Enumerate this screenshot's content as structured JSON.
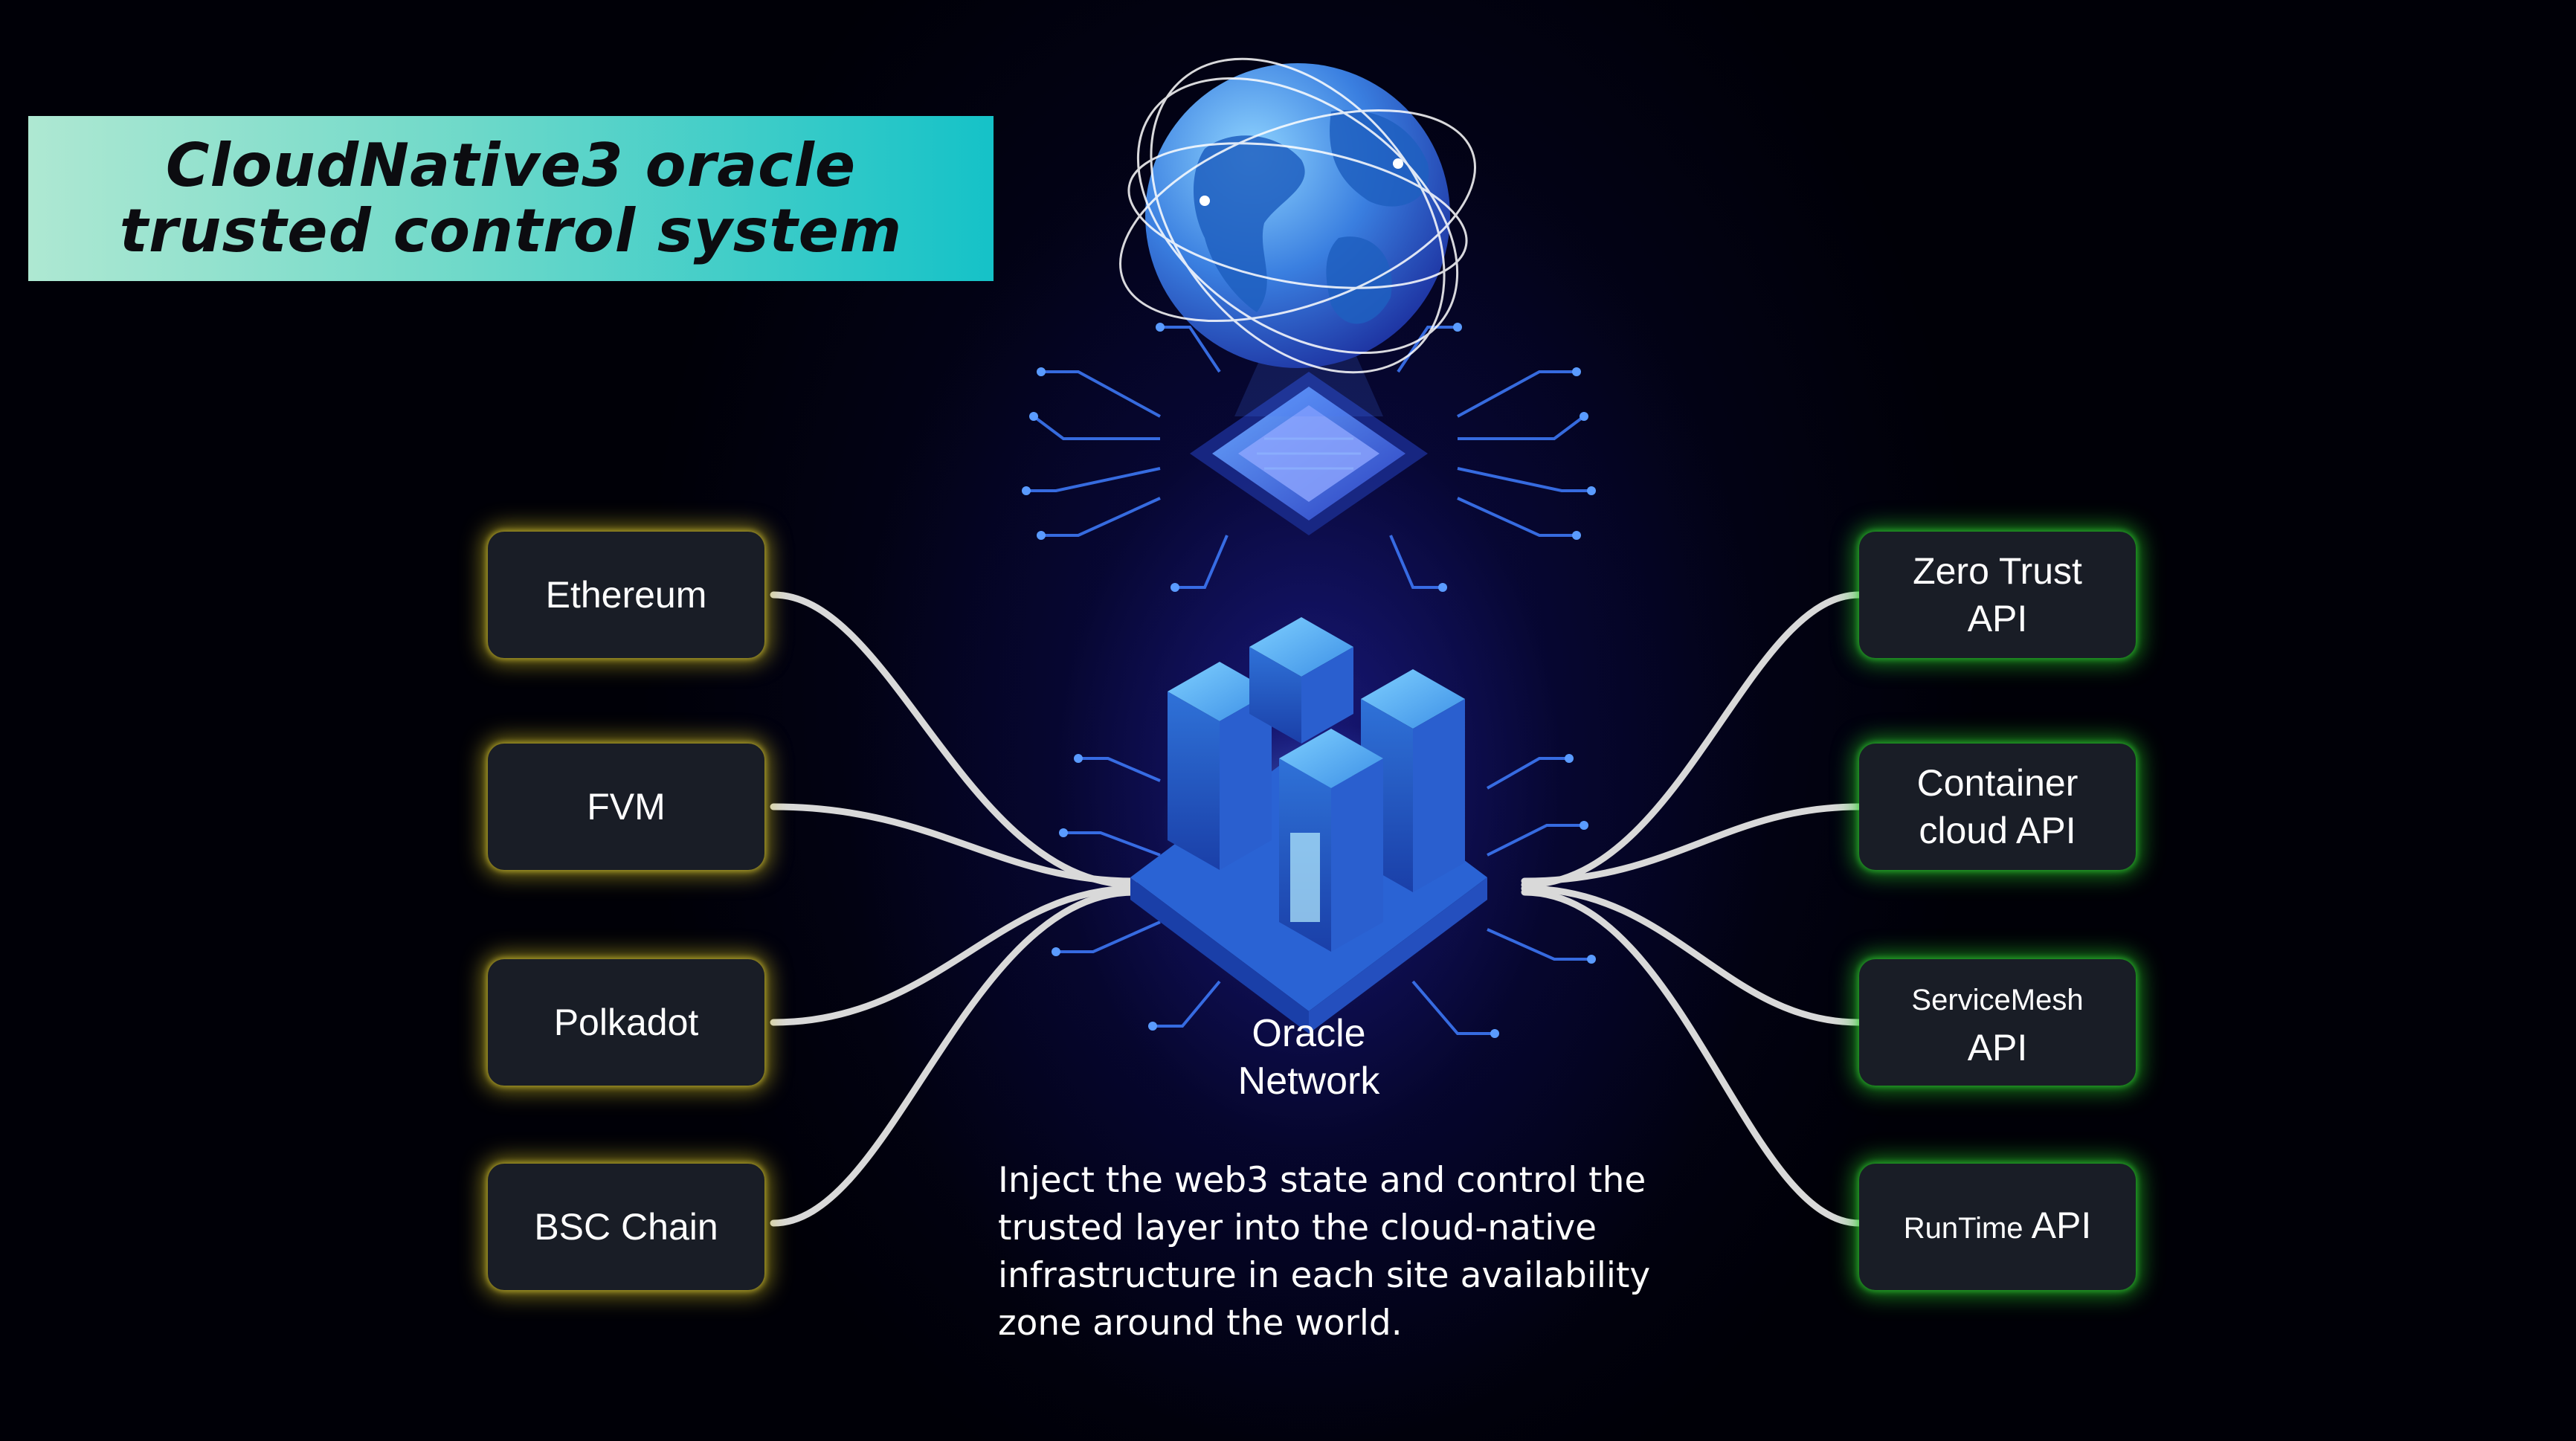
{
  "title": {
    "line1": "CloudNative3 oracle",
    "line2": "trusted control system"
  },
  "left_nodes": [
    {
      "label": "Ethereum"
    },
    {
      "label": "FVM"
    },
    {
      "label": "Polkadot"
    },
    {
      "label": "BSC Chain"
    }
  ],
  "right_nodes": [
    {
      "line1": "Zero Trust",
      "line2": "API"
    },
    {
      "line1": "Container",
      "line2": "cloud API"
    },
    {
      "line1": "ServiceMesh",
      "line2": "API"
    },
    {
      "line1": "RunTime",
      "line2": "API"
    }
  ],
  "center": {
    "line1": "Oracle",
    "line2": "Network"
  },
  "description": {
    "line1": "Inject the web3 state and control the",
    "line2": "trusted layer into the cloud-native",
    "line3": "infrastructure in each site availability",
    "line4": "zone around the world."
  },
  "colors": {
    "background": "#000007",
    "node_fill": "#191d26",
    "left_glow": "#d6c428",
    "right_glow": "#28c828",
    "connector": "#d9d9d9",
    "title_gradient_start": "#aee8d2",
    "title_gradient_end": "#15c2c8"
  },
  "icons": {
    "globe": "globe-icon",
    "chip": "circuit-chip-icon",
    "servers": "server-blocks-icon"
  }
}
